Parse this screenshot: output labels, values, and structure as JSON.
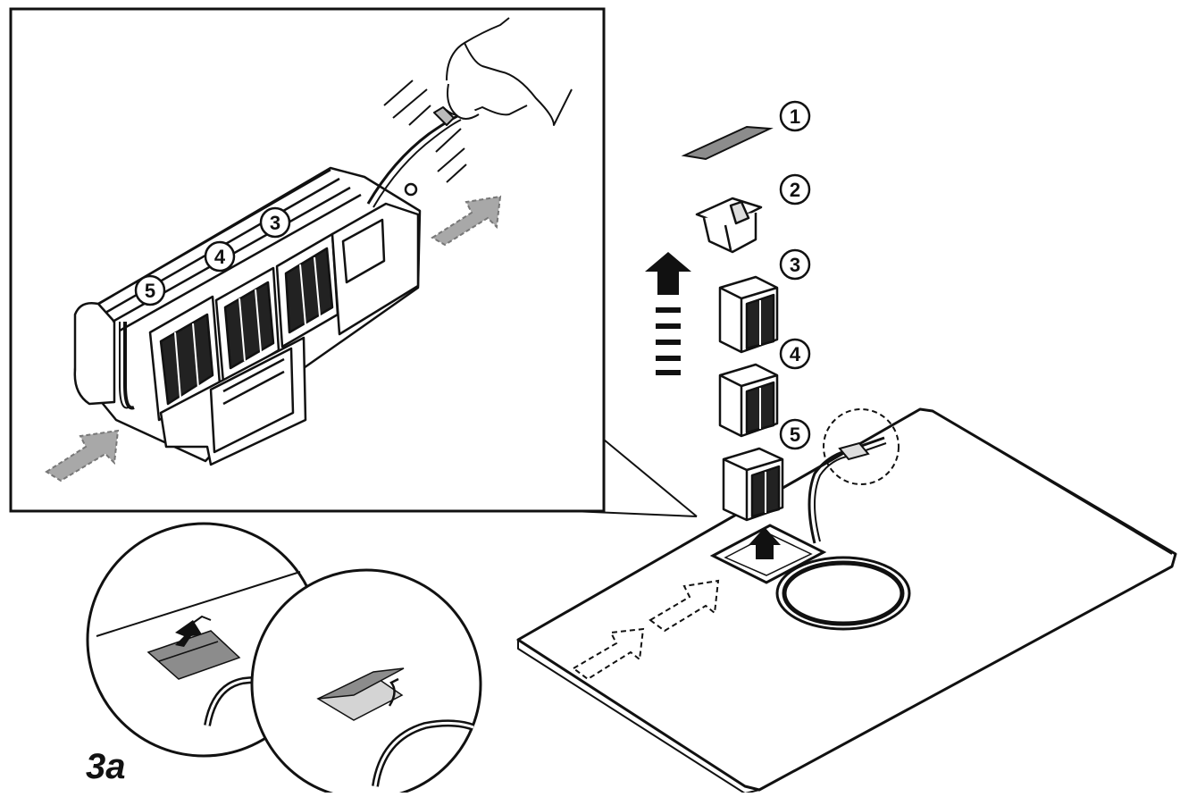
{
  "figure": {
    "label": "3a",
    "callouts": [
      "1",
      "2",
      "3",
      "4",
      "5"
    ],
    "inset_callouts": [
      "3",
      "4",
      "5"
    ]
  },
  "colors": {
    "line": "#111111",
    "gray_part": "#8c8c8c",
    "light_part": "#d4d4d4",
    "dashed_arrow": "#a8a8a8"
  }
}
